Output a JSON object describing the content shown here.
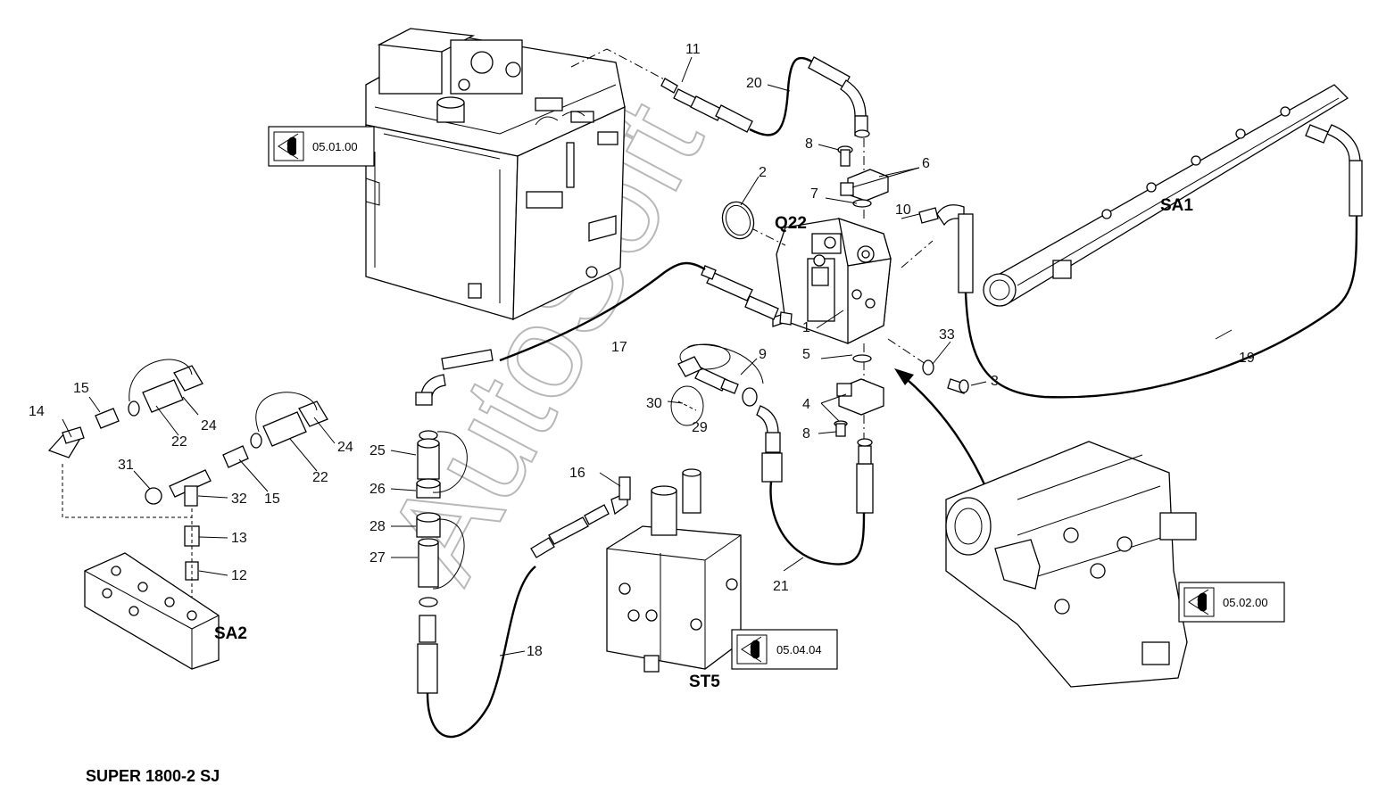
{
  "title": "SUPER 1800-2 SJ",
  "watermark": "AutoSoft",
  "group_labels": {
    "q22": "Q22",
    "sa1": "SA1",
    "sa2": "SA2",
    "st5": "ST5"
  },
  "reference_boxes": {
    "tank": "05.01.00",
    "pump": "05.02.00",
    "valve": "05.04.04"
  },
  "callouts": {
    "c1": "1",
    "c2": "2",
    "c3": "3",
    "c4": "4",
    "c5": "5",
    "c6": "6",
    "c7": "7",
    "c8a": "8",
    "c8b": "8",
    "c9": "9",
    "c10": "10",
    "c11": "11",
    "c12": "12",
    "c13": "13",
    "c14": "14",
    "c15a": "15",
    "c15b": "15",
    "c16": "16",
    "c17": "17",
    "c18": "18",
    "c19": "19",
    "c20": "20",
    "c21": "21",
    "c22a": "22",
    "c22b": "22",
    "c24a": "24",
    "c24b": "24",
    "c25": "25",
    "c26": "26",
    "c27": "27",
    "c28": "28",
    "c29": "29",
    "c30": "30",
    "c31": "31",
    "c32": "32",
    "c33": "33"
  },
  "icons": {
    "view_reference": "eye-view-icon"
  },
  "colors": {
    "line": "#000000",
    "background": "#ffffff",
    "watermark": "#b0b0b0"
  }
}
